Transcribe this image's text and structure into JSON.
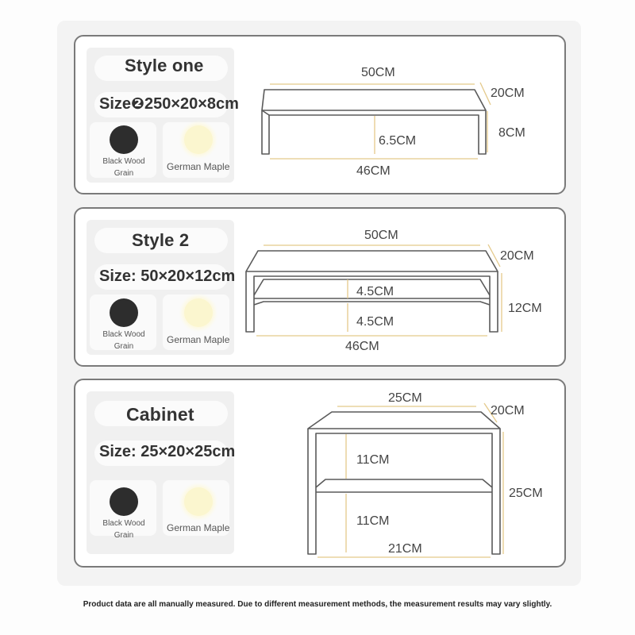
{
  "sections": [
    {
      "name": "Style one",
      "size": "Size❷250×20×8cm",
      "finishes": [
        {
          "label": "Black Wood Grain",
          "color": "#2d2d2d"
        },
        {
          "label": "German Maple",
          "color": "#fbf6cf"
        }
      ],
      "dimensions": {
        "top_width": "50CM",
        "depth": "20CM",
        "height": "8CM",
        "clearance": "6.5CM",
        "inner_width": "46CM"
      }
    },
    {
      "name": "Style 2",
      "size": "Size: 50×20×12cm",
      "finishes": [
        {
          "label": "Black Wood Grain",
          "color": "#2d2d2d"
        },
        {
          "label": "German Maple",
          "color": "#fbf6cf"
        }
      ],
      "dimensions": {
        "top_width": "50CM",
        "depth": "20CM",
        "height": "12CM",
        "tier_upper": "4.5CM",
        "tier_lower": "4.5CM",
        "inner_width": "46CM"
      }
    },
    {
      "name": "Cabinet",
      "size": "Size: 25×20×25cm",
      "finishes": [
        {
          "label": "Black Wood Grain",
          "color": "#2d2d2d"
        },
        {
          "label": "German Maple",
          "color": "#fbf6cf"
        }
      ],
      "dimensions": {
        "top_width": "25CM",
        "depth": "20CM",
        "height": "25CM",
        "tier_upper": "11CM",
        "tier_lower": "11CM",
        "inner_width": "21CM"
      }
    }
  ],
  "footer_note": "Product data are all manually measured. Due to different measurement methods, the measurement results may vary slightly.",
  "colors": {
    "border": "#7a7a7a",
    "line": "#5a5a5a",
    "guide": "#e4c98a"
  }
}
